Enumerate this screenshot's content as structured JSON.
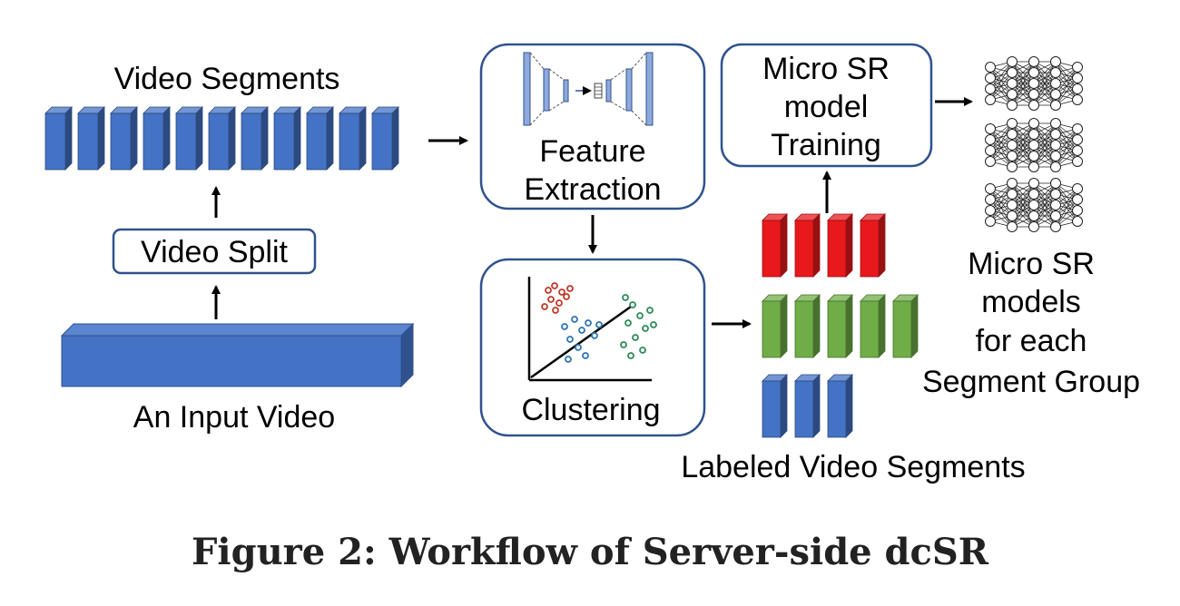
{
  "labels": {
    "video_segments": "Video Segments",
    "video_split": "Video Split",
    "input_video": "An Input Video",
    "feature_extraction": [
      "Feature",
      "Extraction"
    ],
    "clustering": "Clustering",
    "training": [
      "Micro SR",
      "model",
      "Training"
    ],
    "models": [
      "Micro SR",
      "models",
      "for each",
      "Segment Group"
    ],
    "labeled_segments": "Labeled Video Segments"
  },
  "caption": "Figure 2: Workflow of Server-side dcSR",
  "groups": [
    {
      "color": "#e8191c",
      "count": 4
    },
    {
      "color": "#6fad47",
      "count": 5
    },
    {
      "color": "#4472c4",
      "count": 3
    }
  ],
  "colors": {
    "segment_blue": "#4472c4",
    "border_blue": "#2f528f",
    "scatter_red": "#c0392b",
    "scatter_blue": "#2e75b6",
    "scatter_green": "#2e8b57"
  },
  "icons": {
    "feature_extraction": "encoder-decoder-icon",
    "clustering": "scatter-plot-icon",
    "models": "neural-network-icon"
  }
}
